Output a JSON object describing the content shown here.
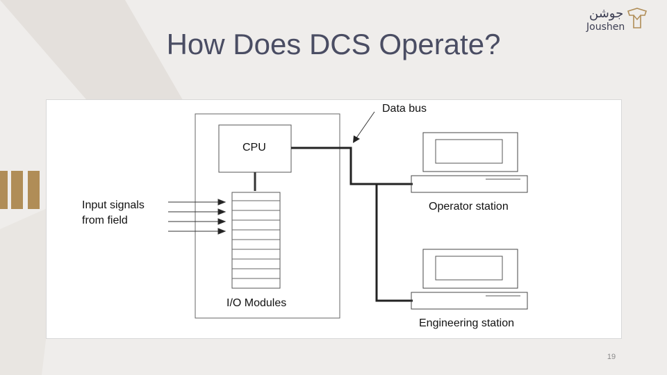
{
  "slide": {
    "title": "How Does DCS Operate?",
    "page_number": "19"
  },
  "logo": {
    "arabic_text": "جوشن",
    "latin_text": "Joushen"
  },
  "diagram": {
    "labels": {
      "data_bus": "Data bus",
      "cpu": "CPU",
      "input_signals_line1": "Input signals",
      "input_signals_line2": "from field",
      "operator_station": "Operator station",
      "io_modules": "I/O Modules",
      "engineering_station": "Engineering station"
    }
  },
  "colors": {
    "background": "#efedeb",
    "title": "#4a4d63",
    "accent_gold": "#b08d57",
    "diagram_line": "#222222"
  }
}
